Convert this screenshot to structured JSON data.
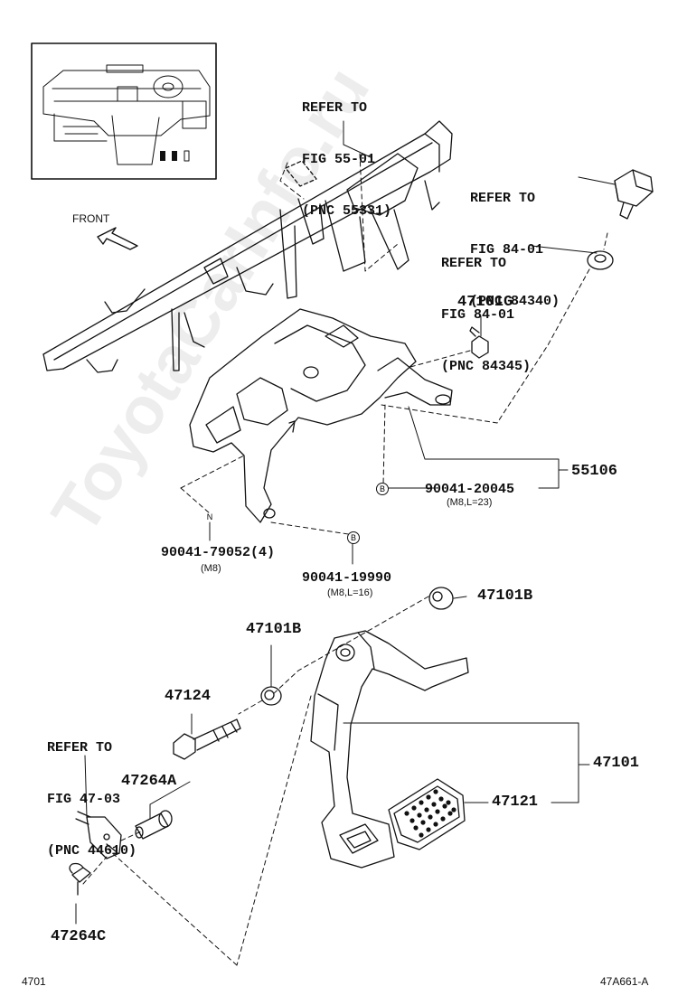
{
  "watermark": "ToyotaCarInfo.ru",
  "front_label": "FRONT",
  "refs": {
    "ref_55331": [
      "REFER TO",
      "FIG 55-01",
      "(PNC 55331)"
    ],
    "ref_84340": [
      "REFER TO",
      "FIG 84-01",
      "(PNC 84340)"
    ],
    "ref_84345": [
      "REFER TO",
      "FIG 84-01",
      "(PNC 84345)"
    ],
    "ref_44610": [
      "REFER TO",
      "FIG 47-03",
      "(PNC 44610)"
    ]
  },
  "parts": {
    "p47101G": "47101G",
    "p55106": "55106",
    "p90041_20045": "90041-20045",
    "p90041_20045_spec": "(M8,L=23)",
    "p90041_79052": "90041-79052(4)",
    "p90041_79052_spec": "(M8)",
    "p90041_19990": "90041-19990",
    "p90041_19990_spec": "(M8,L=16)",
    "p47101B_top": "47101B",
    "p47101B_left": "47101B",
    "p47124": "47124",
    "p47264A": "47264A",
    "p47101": "47101",
    "p47121": "47121",
    "p47264C": "47264C"
  },
  "markers": {
    "b1": "B",
    "b2": "B",
    "n1": "N"
  },
  "footer": {
    "page_code": "4701",
    "diagram_code": "47A661-A"
  },
  "colors": {
    "line": "#111111",
    "background": "#ffffff",
    "watermark": "#00000012"
  }
}
